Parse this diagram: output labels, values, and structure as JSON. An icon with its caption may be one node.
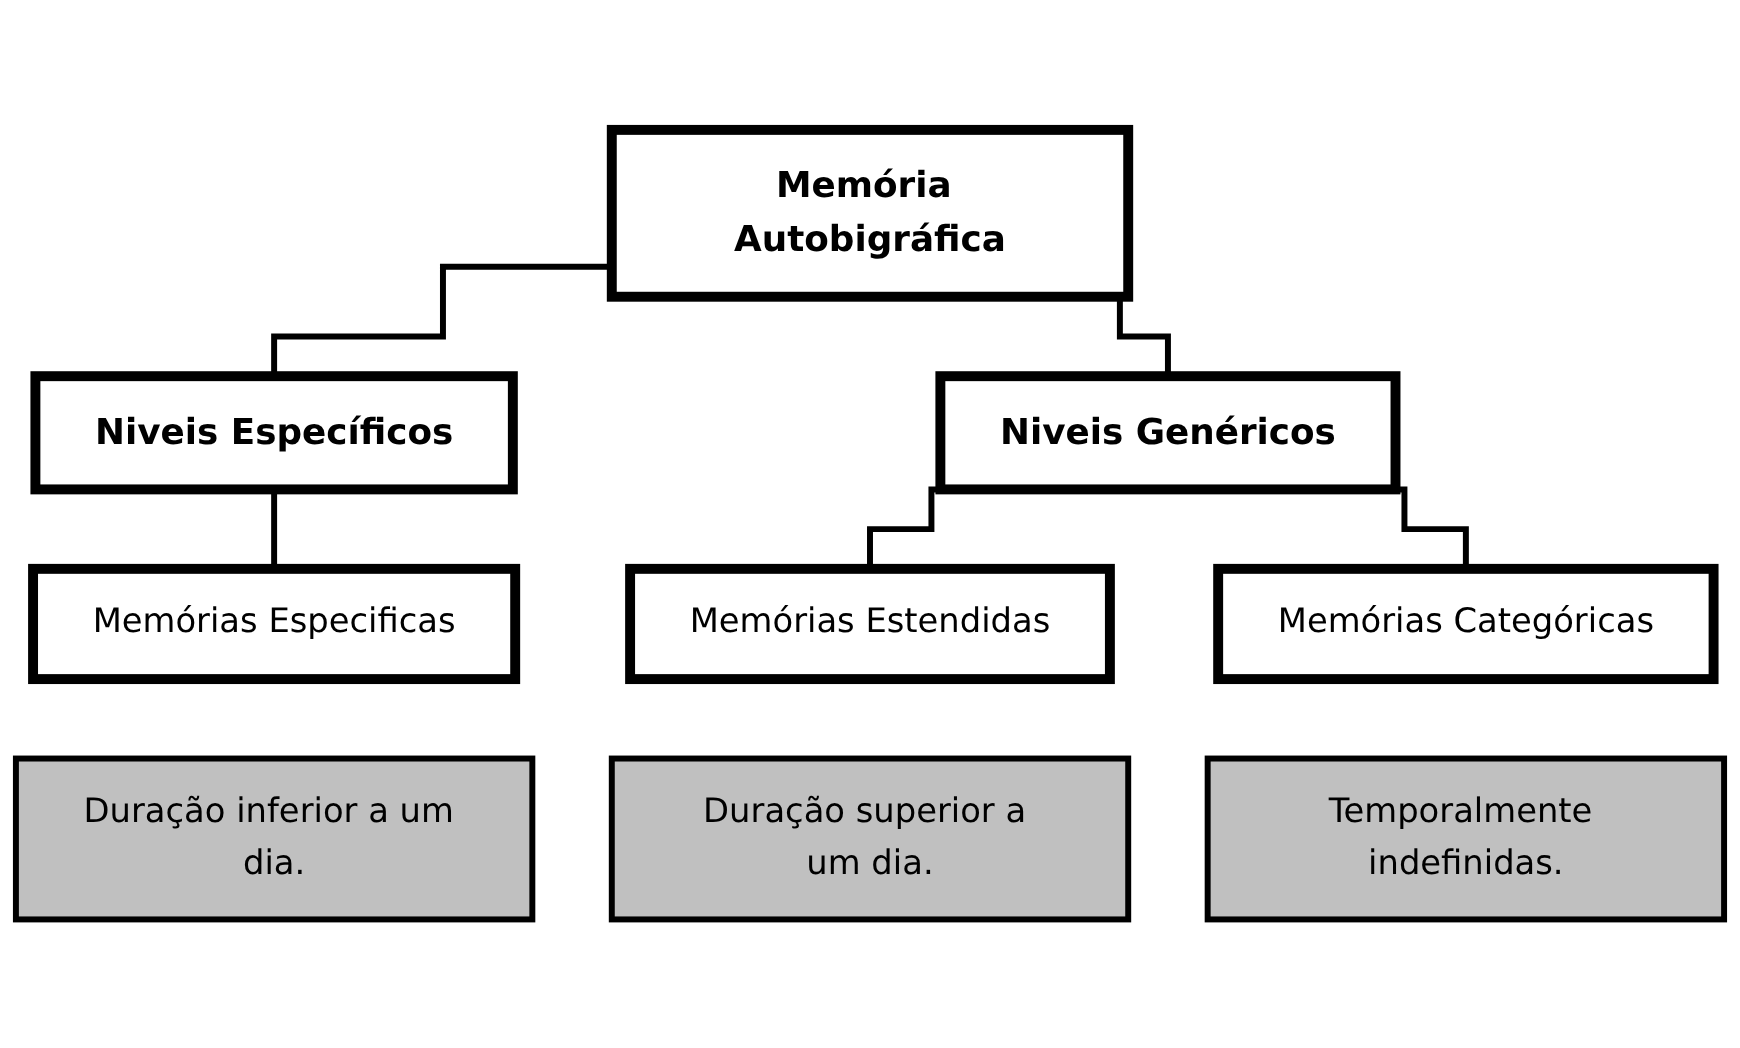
{
  "diagram": {
    "nodes": [
      {
        "text": [
          "Memória Autobigráfica"
        ]
      },
      {
        "text": [
          "Niveis Específicos"
        ]
      },
      {
        "text": [
          "Niveis Genéricos"
        ]
      },
      {
        "text": [
          "Memórias Especificas"
        ]
      },
      {
        "text": [
          "Duração inferior a um dia."
        ]
      },
      {
        "text": [
          "Memórias Estendidas"
        ]
      },
      {
        "text": [
          "Duração superior a um dia."
        ]
      },
      {
        "text": [
          "Memórias Categóricas"
        ]
      },
      {
        "text": [
          "Temporalmente indefinidas."
        ]
      }
    ],
    "edges": [
      {
        "from": 0,
        "to": 1,
        "arrow": "none"
      },
      {
        "from": 0,
        "to": 2,
        "arrow": "none"
      },
      {
        "from": 1,
        "to": 3,
        "arrow": "none"
      },
      {
        "from": 2,
        "to": 5,
        "arrow": "none"
      },
      {
        "from": 2,
        "to": 7,
        "arrow": "none"
      }
    ]
  }
}
